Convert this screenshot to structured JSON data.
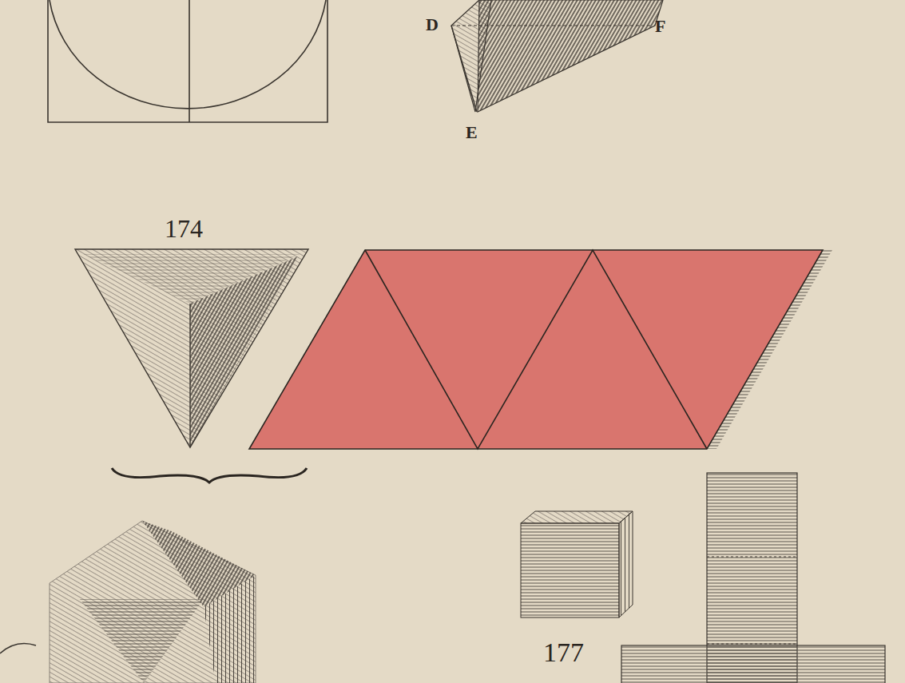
{
  "diagram": {
    "labels": [
      "D",
      "F",
      "E",
      "174",
      "177"
    ]
  }
}
